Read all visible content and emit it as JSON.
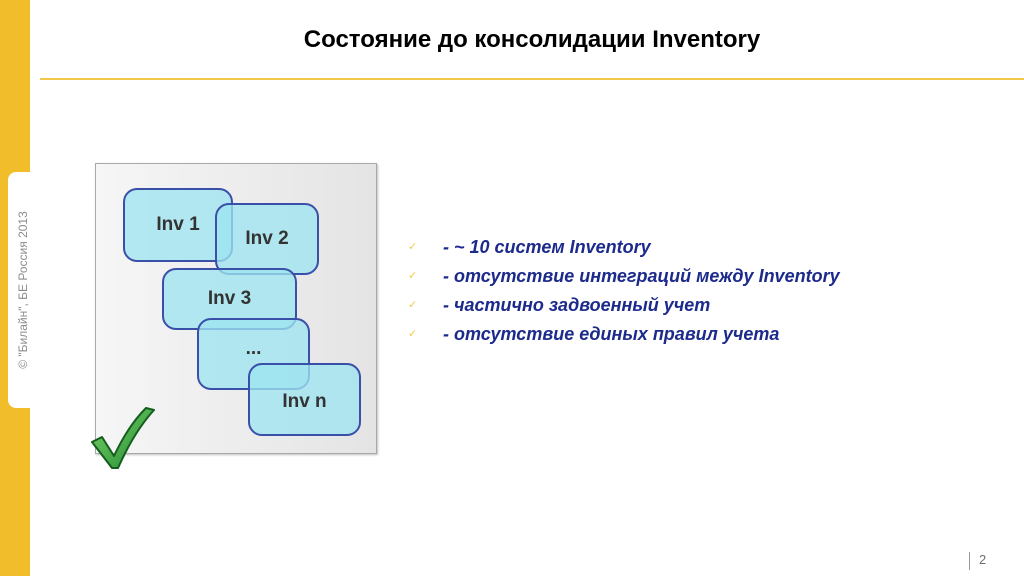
{
  "slide": {
    "title": "Состояние до консолидации Inventory",
    "copyright": "© \"Билайн\", БЕ Россия 2013",
    "page_number": "2"
  },
  "diagram": {
    "boxes": [
      {
        "label": "Inv 1"
      },
      {
        "label": "Inv 2"
      },
      {
        "label": "Inv 3"
      },
      {
        "label": "..."
      },
      {
        "label": "Inv n"
      }
    ],
    "check_icon": "green-checkmark-icon"
  },
  "bullets": {
    "marker": "✓",
    "items": [
      {
        "text": "- ~ 10 систем Inventory"
      },
      {
        "text": "- отсутствие интеграций между Inventory"
      },
      {
        "text": "- частично задвоенный учет"
      },
      {
        "text": "- отсутствие единых правил учета"
      }
    ]
  },
  "colors": {
    "accent_yellow": "#f2bd2b",
    "bullet_text": "#1c2a8c",
    "box_fill": "#9ee4f0",
    "box_border": "#3a4fa8",
    "check_green": "#2e9b3a"
  }
}
